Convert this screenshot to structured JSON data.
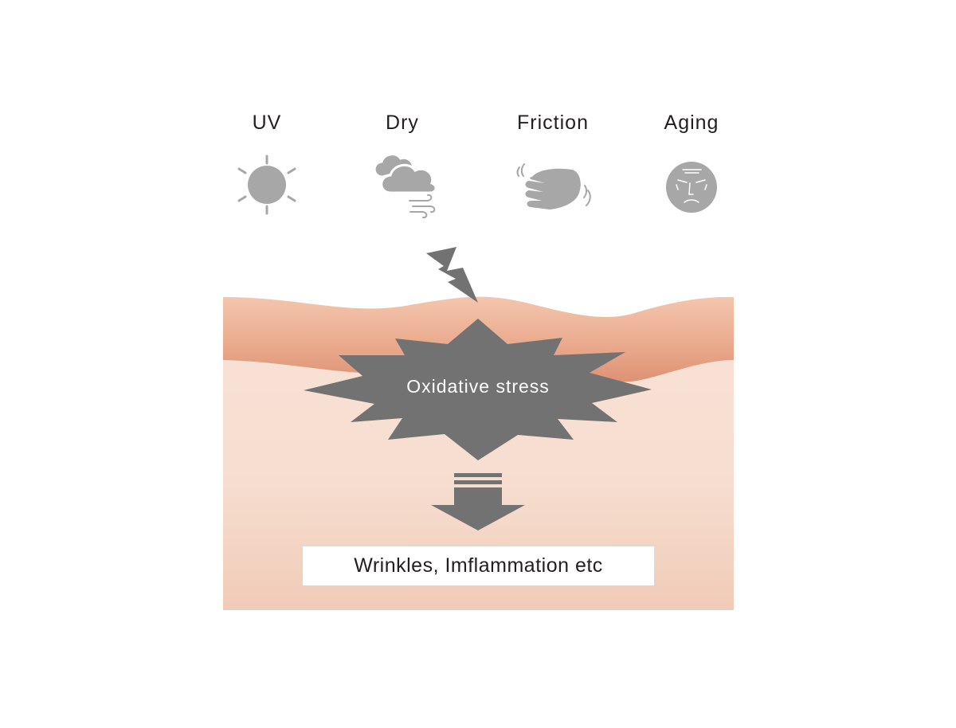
{
  "factors": [
    {
      "label": "UV",
      "icon": "sun-icon"
    },
    {
      "label": "Dry",
      "icon": "cloud-wind-icon"
    },
    {
      "label": "Friction",
      "icon": "hand-rubbing-icon"
    },
    {
      "label": "Aging",
      "icon": "aged-face-icon"
    }
  ],
  "center": {
    "label": "Oxidative stress"
  },
  "result": {
    "label": "Wrinkles, Imflammation etc"
  },
  "colors": {
    "icon_gray": "#a7a7a7",
    "burst_gray": "#727272",
    "skin_top": "#f2c2a8",
    "skin_band": "#e39a7c",
    "skin_body": "#f7dfd2",
    "skin_bottom": "#f0cdb9"
  }
}
